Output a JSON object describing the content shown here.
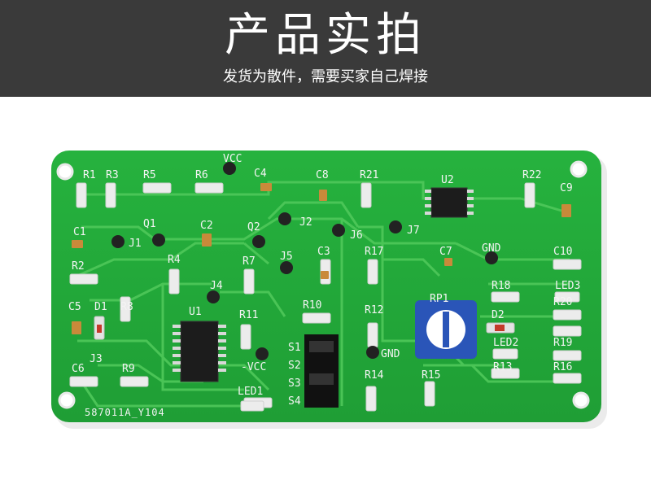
{
  "banner": {
    "title": "产品实拍",
    "subtitle": "发货为散件，需要买家自己焊接"
  },
  "board": {
    "serial": "587011A_Y104",
    "labels": [
      "VCC",
      "R1",
      "R3",
      "R5",
      "R6",
      "C4",
      "C8",
      "R21",
      "U2",
      "R22",
      "C9",
      "C1",
      "Q1",
      "J1",
      "C2",
      "Q2",
      "J2",
      "J6",
      "J7",
      "R2",
      "R4",
      "R7",
      "J5",
      "C3",
      "R17",
      "C7",
      "GND",
      "C10",
      "J4",
      "LED3",
      "R18",
      "RP1",
      "D2",
      "R20",
      "C5",
      "D1",
      "R8",
      "U1",
      "R11",
      "R10",
      "R12",
      "R19",
      "LED2",
      "S1",
      "S2",
      "GND",
      "S3",
      "J3",
      "C6",
      "R9",
      "-VCC",
      "R14",
      "R13",
      "R16",
      "R15",
      "LED1",
      "S4"
    ],
    "colors": {
      "pcb": "#22a83a",
      "trace": "#4fc85a",
      "pad": "#e8e8e8",
      "pot": "#2a55b8"
    }
  }
}
